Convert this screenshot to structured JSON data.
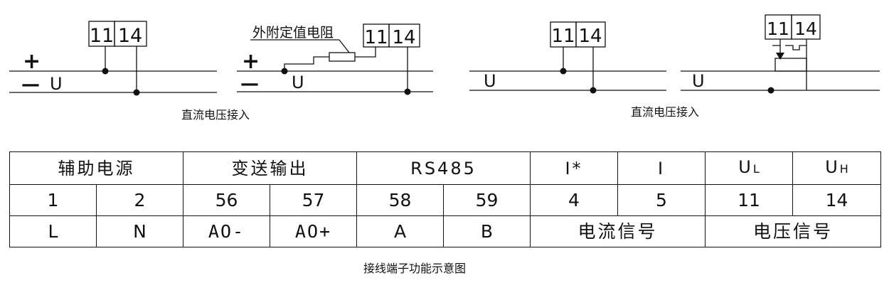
{
  "diagrams": {
    "terminal_11": "11",
    "terminal_14": "14",
    "plus_sign": "+",
    "minus_sign": "—",
    "voltage_label": "U",
    "external_resistor_label": "外附定值电阻"
  },
  "captions": {
    "dc_voltage_left": "直流电压接入",
    "dc_voltage_right": "直流电压接入",
    "table_title": "接线端子功能示意图"
  },
  "table": {
    "groups": {
      "aux_power": "辅助电源",
      "transmit_output": "变送输出",
      "rs485": "RS485",
      "i_star": "I*",
      "i": "I",
      "ul_main": "U",
      "ul_sub": "L",
      "uh_main": "U",
      "uh_sub": "H"
    },
    "terminals": [
      "1",
      "2",
      "56",
      "57",
      "58",
      "59",
      "4",
      "5",
      "11",
      "14"
    ],
    "functions": {
      "l": "L",
      "n": "N",
      "ao_minus": "AO-",
      "ao_plus": "AO+",
      "a": "A",
      "b": "B",
      "current_signal": "电流信号",
      "voltage_signal": "电压信号"
    }
  }
}
